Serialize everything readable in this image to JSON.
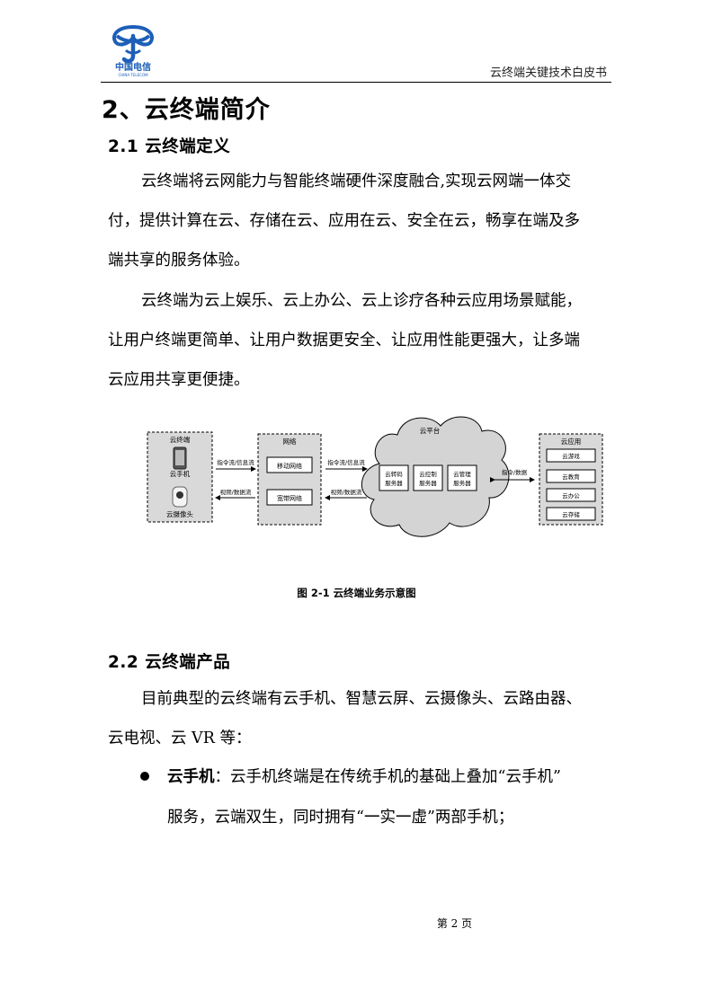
{
  "header": {
    "logo_text": "中国电信",
    "logo_subtext": "CHINA TELECOM",
    "title": "云终端关键技术白皮书"
  },
  "section": {
    "title": "2、云终端简介"
  },
  "subsection_1": {
    "title": "2.1  云终端定义",
    "para1": [
      "云终端将云网能力与智能终端硬件深度融合,实现云网端一体交",
      "付，提供计算在云、存储在云、应用在云、安全在云，畅享在端及多",
      "端共享的服务体验。"
    ],
    "para2": [
      "云终端为云上娱乐、云上办公、云上诊疗各种云应用场景赋能，",
      "让用户终端更简单、让用户数据更安全、让应用性能更强大，让多端",
      "云应用共享更便捷。"
    ]
  },
  "figure": {
    "terminal_box": {
      "title": "云终端",
      "phone_label": "云手机",
      "camera_label": "云摄像头"
    },
    "arrow1_top": "指令流/信息流",
    "arrow1_bottom": "视频/数据流",
    "network_box": {
      "title": "网络",
      "item1": "移动网络",
      "item2": "宽带网络"
    },
    "arrow2_top": "指令流/信息流",
    "arrow2_bottom": "视频/数据流",
    "cloud": {
      "title": "云平台",
      "server1_line1": "云转码",
      "server1_line2": "服务器",
      "server2_line1": "云控制",
      "server2_line2": "服务器",
      "server3_line1": "云管理",
      "server3_line2": "服务器"
    },
    "arrow3": "指令/数据",
    "apps_box": {
      "title": "云应用",
      "items": [
        "云游戏",
        "云教育",
        "云办公",
        "云存储"
      ]
    },
    "caption": "图 2-1 云终端业务示意图"
  },
  "subsection_2": {
    "title": "2.2  云终端产品",
    "para1": [
      "目前典型的云终端有云手机、智慧云屏、云摄像头、云路由器、",
      "云电视、云 VR 等："
    ],
    "bullet1": {
      "term": "云手机",
      "colon": "：",
      "line1": "云手机终端是在传统手机的基础上叠加“云手机”",
      "line2": "服务，云端双生，同时拥有“一实一虚”两部手机；"
    }
  },
  "footer": {
    "page": "第 2 页"
  },
  "colors": {
    "logo_blue": "#1d5fb8",
    "box_fill": "#d9d9d9",
    "cloud_fill": "#d4d4d4"
  }
}
